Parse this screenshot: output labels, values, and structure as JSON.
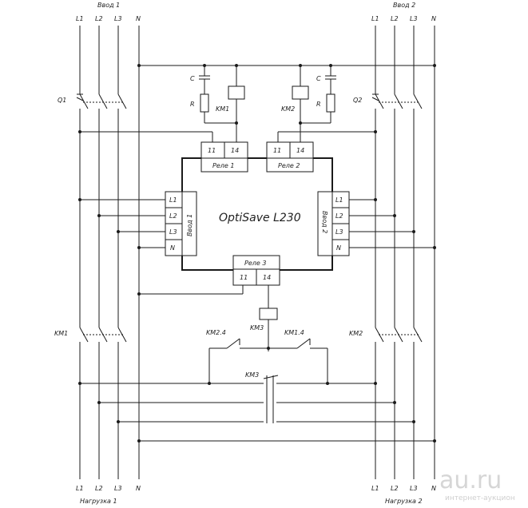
{
  "input1": {
    "title": "Ввод 1",
    "phases": [
      "L1",
      "L2",
      "L3",
      "N"
    ]
  },
  "input2": {
    "title": "Ввод 2",
    "phases": [
      "L1",
      "L2",
      "L3",
      "N"
    ]
  },
  "load1": {
    "title": "Нагрузка 1",
    "phases": [
      "L1",
      "L2",
      "L3",
      "N"
    ]
  },
  "load2": {
    "title": "Нагрузка 2",
    "phases": [
      "L1",
      "L2",
      "L3",
      "N"
    ]
  },
  "breakers": {
    "left": "Q1",
    "right": "Q2"
  },
  "snubber": {
    "c_left": "C",
    "r_left": "R",
    "c_right": "C",
    "r_right": "R"
  },
  "contactors": {
    "km1": "KM1",
    "km2": "KM2",
    "km3": "KM3",
    "km1_contact": "KM1.4",
    "km2_contact": "KM2.4"
  },
  "device": {
    "name": "OptiSave L230",
    "relay1": {
      "label": "Реле 1",
      "t1": "11",
      "t2": "14"
    },
    "relay2": {
      "label": "Реле 2",
      "t1": "11",
      "t2": "14"
    },
    "relay3": {
      "label": "Реле 3",
      "t1": "11",
      "t2": "14"
    },
    "in1": {
      "label": "Ввод 1",
      "pins": [
        "L1",
        "L2",
        "L3",
        "N"
      ]
    },
    "in2": {
      "label": "Ввод 2",
      "pins": [
        "L1",
        "L2",
        "L3",
        "N"
      ]
    }
  },
  "watermark": {
    "brand": "au.ru",
    "tagline": "интернет-аукцион"
  }
}
